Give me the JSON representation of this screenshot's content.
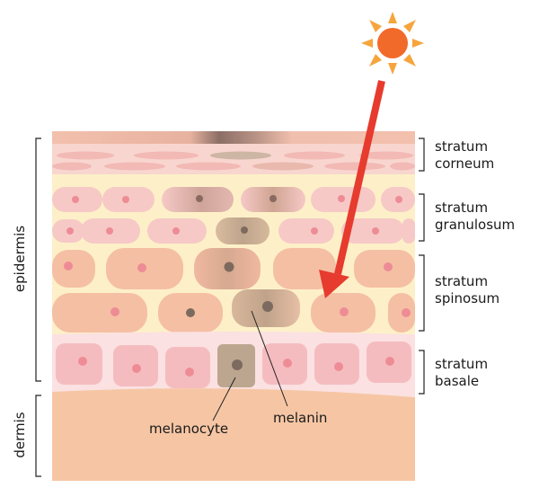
{
  "layers": [
    {
      "key": "corneum",
      "lines": [
        "stratum",
        "corneum"
      ]
    },
    {
      "key": "granulosum",
      "lines": [
        "stratum",
        "granulosum"
      ]
    },
    {
      "key": "spinosum",
      "lines": [
        "stratum",
        "spinosum"
      ]
    },
    {
      "key": "basale",
      "lines": [
        "stratum",
        "basale"
      ]
    }
  ],
  "regions": {
    "epidermis": "epidermis",
    "dermis": "dermis"
  },
  "callouts": {
    "melanocyte": "melanocyte",
    "melanin": "melanin"
  },
  "icons": [
    "sun-icon",
    "uv-ray-arrow"
  ],
  "colors": {
    "sun": "#f26a2a",
    "sun_rays": "#f6a53c",
    "arrow": "#e63b2e",
    "dermis": "#f6c6a4",
    "epidermis_bg": "#fdf0c8",
    "corneum": "#f5c7bd",
    "melanin": "#8f7a66"
  }
}
